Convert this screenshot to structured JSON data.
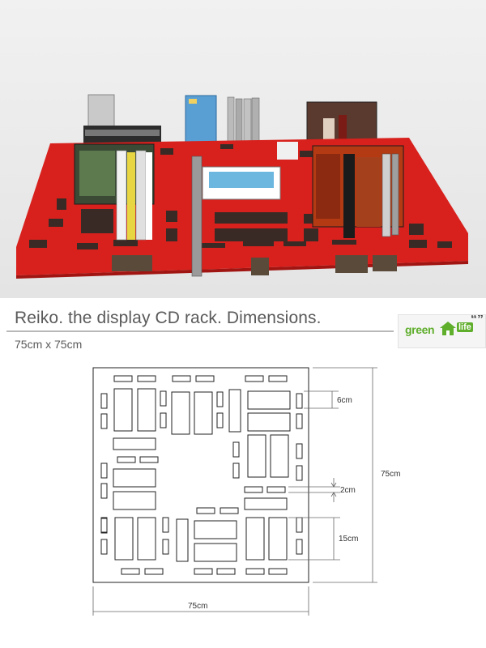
{
  "title": "Reiko. the display CD rack. Dimensions.",
  "size_note": "75cm x 75cm",
  "logo": {
    "word_green": "green",
    "word_life": "life",
    "quote": "“”",
    "icon": "house-icon"
  },
  "drawing": {
    "dim_width": "75cm",
    "dim_height": "75cm",
    "dim_slot_width": "6cm",
    "dim_gap": "2cm",
    "dim_slot_height": "15cm"
  },
  "colors": {
    "rack_red": "#d8211d",
    "logo_green": "#5fae2c",
    "text_gray": "#5a5a5a"
  }
}
